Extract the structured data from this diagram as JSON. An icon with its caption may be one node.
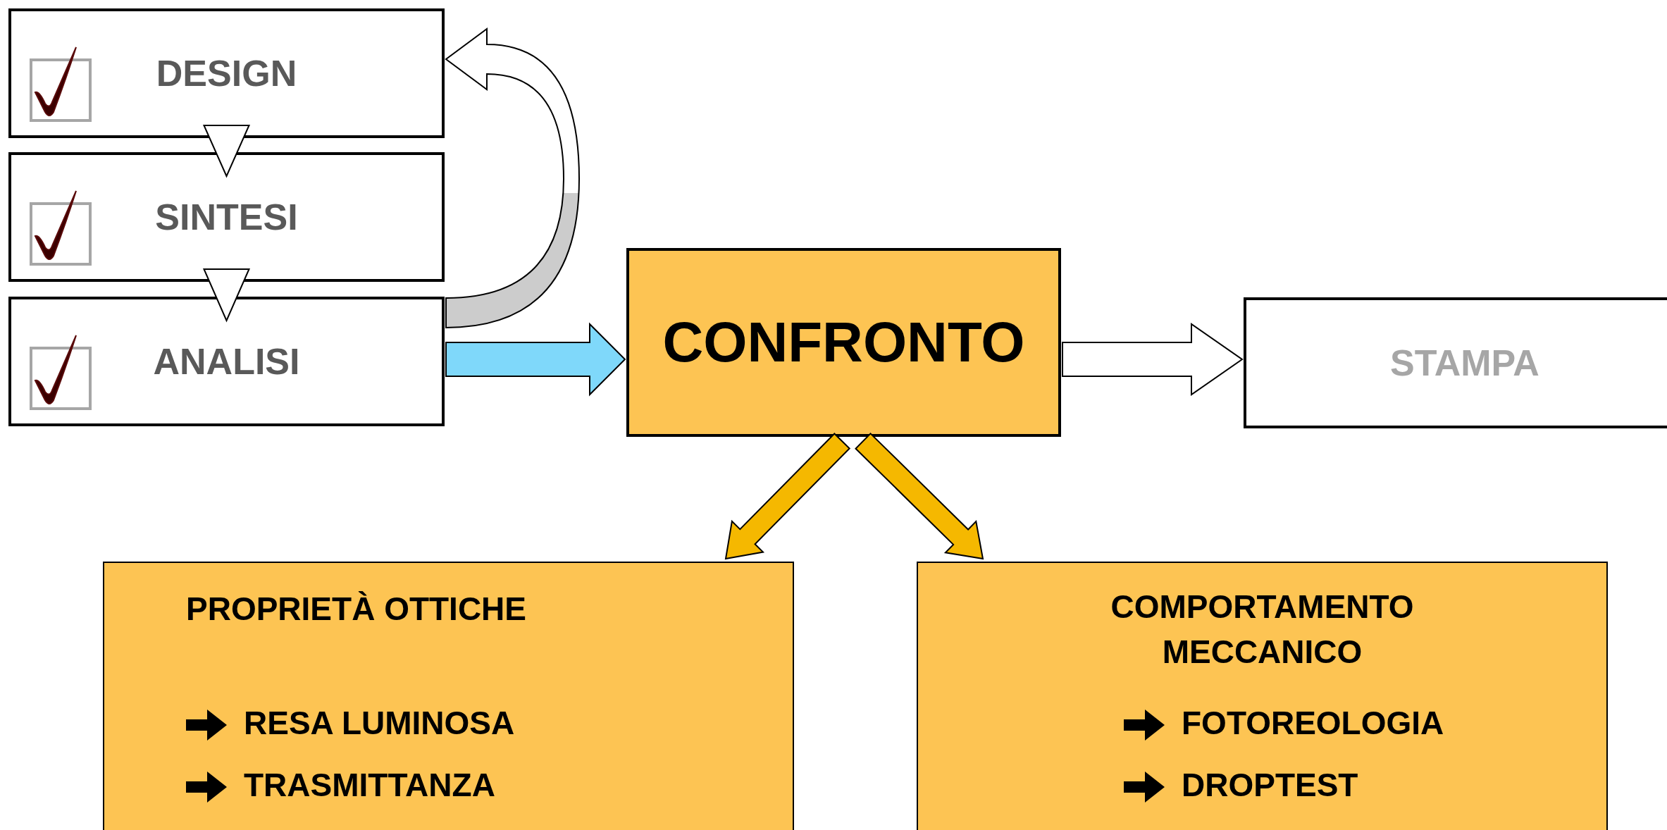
{
  "diagram": {
    "nodes": [
      {
        "text": [
          "DESIGN"
        ]
      },
      {
        "text": [
          "SINTESI"
        ]
      },
      {
        "text": [
          "ANALISI"
        ]
      },
      {
        "text": [
          "CONFRONTO"
        ]
      },
      {
        "text": [
          "STAMPA"
        ]
      },
      {
        "text": [
          "PROPRIETÀ OTTICHE",
          "RESA LUMINOSA",
          "TRASMITTANZA"
        ]
      },
      {
        "text": [
          "COMPORTAMENTO MECCANICO",
          "FOTOREOLOGIA",
          "DROPTEST"
        ]
      }
    ],
    "edges": [
      {
        "from": 0,
        "to": 1,
        "arrow": "to"
      },
      {
        "from": 1,
        "to": 2,
        "arrow": "to"
      },
      {
        "from": 2,
        "to": 0,
        "arrow": "to"
      },
      {
        "from": 2,
        "to": 3,
        "arrow": "to",
        "color": "#7fd8fa"
      },
      {
        "from": 3,
        "to": 4,
        "arrow": "to"
      },
      {
        "from": 3,
        "to": 5,
        "arrow": "to",
        "color": "#f5b800"
      },
      {
        "from": 3,
        "to": 6,
        "arrow": "to",
        "color": "#f5b800"
      }
    ]
  }
}
